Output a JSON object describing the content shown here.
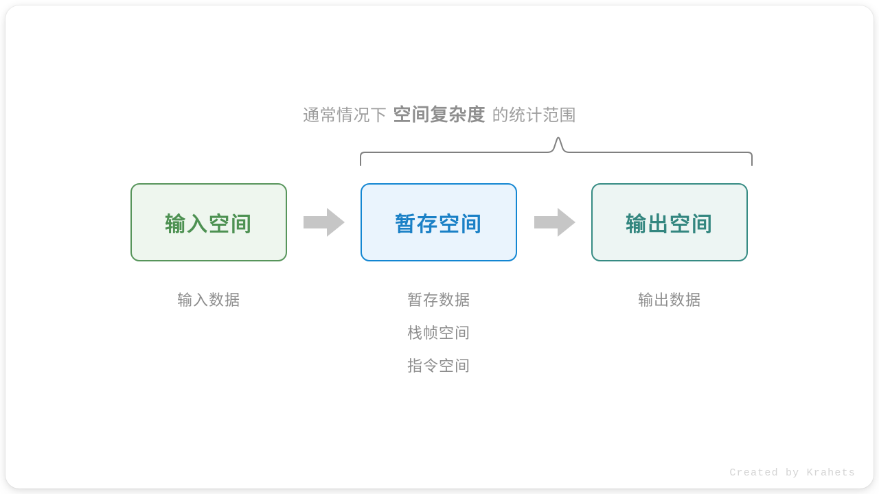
{
  "diagram": {
    "title_line": {
      "prefix": "通常情况下",
      "emphasis": "空间复杂度",
      "suffix": "的统计范围"
    },
    "boxes": [
      {
        "id": "input-space",
        "label": "输入空间",
        "border_color": "#57955b",
        "fill_color": "#eef6ee",
        "text_color": "#4d9152",
        "sublabels": [
          "输入数据"
        ]
      },
      {
        "id": "temp-space",
        "label": "暂存空间",
        "border_color": "#1386d2",
        "fill_color": "#eaf4fd",
        "text_color": "#1a80c6",
        "sublabels": [
          "暂存数据",
          "栈帧空间",
          "指令空间"
        ]
      },
      {
        "id": "output-space",
        "label": "输出空间",
        "border_color": "#368b83",
        "fill_color": "#edf5f3",
        "text_color": "#33867f",
        "sublabels": [
          "输出数据"
        ]
      }
    ],
    "arrows": [
      {
        "id": "arrow-input-to-temp",
        "icon": "right-arrow-icon",
        "color": "#c6c6c6"
      },
      {
        "id": "arrow-temp-to-output",
        "icon": "right-arrow-icon",
        "color": "#c6c6c6"
      }
    ],
    "brace": {
      "icon": "curly-brace-icon",
      "color": "#808080",
      "spans": [
        "暂存空间",
        "输出空间"
      ]
    },
    "credit": "Created by Krahets"
  }
}
